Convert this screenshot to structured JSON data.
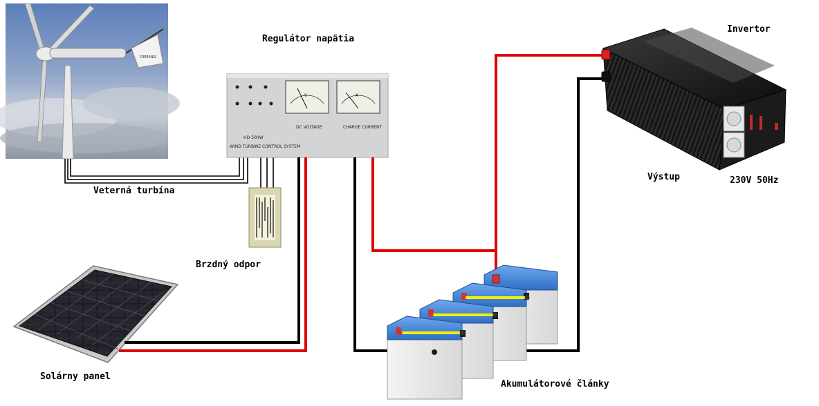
{
  "labels": {
    "regulator": "Regulátor napätia",
    "turbine": "Veterná turbína",
    "brake": "Brzdný odpor",
    "solar": "Solárny panel",
    "battery": "Akumulátorové články",
    "inverter": "Invertor",
    "output": "Výstup",
    "voltage": "230V 50Hz"
  },
  "regulator_panel": {
    "model": "HD-500W",
    "system": "WIND TURBINE CONTROL SYSTEM",
    "meter_left_letter": "V",
    "meter_right_letter": "A",
    "meter_left_caption": "DC VOLTAGE",
    "meter_right_caption": "CHARGE CURRENT"
  },
  "turbine_photo": {
    "brand": "DEMANSI"
  },
  "colors": {
    "positive_wire": "#e00000",
    "negative_wire": "#000000",
    "battery_link": "#f2f200",
    "battery_top": "#3b7fd0",
    "inverter_body": "#1a1a1a",
    "regulator_body": "#d4d4d6"
  }
}
